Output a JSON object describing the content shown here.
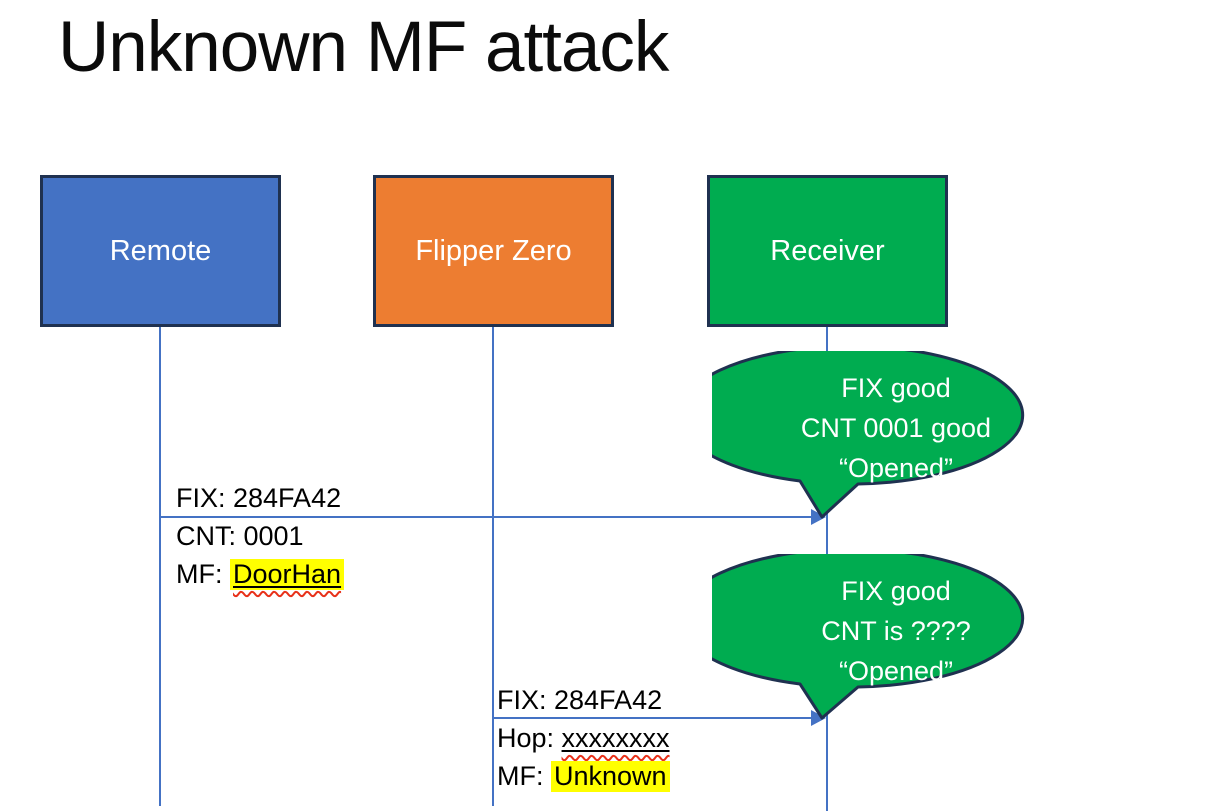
{
  "title": "Unknown MF attack",
  "actors": [
    {
      "label": "Remote",
      "fill": "#4472C4"
    },
    {
      "label": "Flipper Zero",
      "fill": "#ED7D31"
    },
    {
      "label": "Receiver",
      "fill": "#00AC50"
    }
  ],
  "messages": [
    {
      "from": "Remote",
      "to": "Receiver",
      "lines": [
        {
          "text": "FIX: 284FA42"
        },
        {
          "text": "CNT: 0001"
        },
        {
          "prefix": "MF: ",
          "value": "DoorHan",
          "highlight": true,
          "underline": true,
          "spellcheck_squiggle": true
        }
      ]
    },
    {
      "from": "Flipper Zero",
      "to": "Receiver",
      "lines": [
        {
          "text": "FIX: 284FA42"
        },
        {
          "prefix": "Hop: ",
          "value": "xxxxxxxx",
          "highlight": false,
          "underline": true,
          "spellcheck_squiggle": true
        },
        {
          "prefix": "MF: ",
          "value": "Unknown",
          "highlight": true,
          "underline": false,
          "spellcheck_squiggle": false
        }
      ]
    }
  ],
  "bubbles": [
    {
      "speaker": "Receiver",
      "lines": [
        "FIX good",
        "CNT 0001 good",
        "“Opened”"
      ]
    },
    {
      "speaker": "Receiver",
      "lines": [
        "FIX good",
        "CNT is ????",
        "“Opened”"
      ]
    }
  ],
  "colors": {
    "actor_remote_fill": "#4472C4",
    "actor_flipper_fill": "#ED7D31",
    "actor_receiver_fill": "#00AC50",
    "shape_outline": "#1F3150",
    "connector_blue": "#4472C4",
    "bubble_fill": "#00AC50",
    "bubble_text": "#FFFFFF",
    "highlight_yellow": "#FFFF00",
    "spellcheck_red": "#E8311A",
    "title_text": "#0B0B0B"
  }
}
